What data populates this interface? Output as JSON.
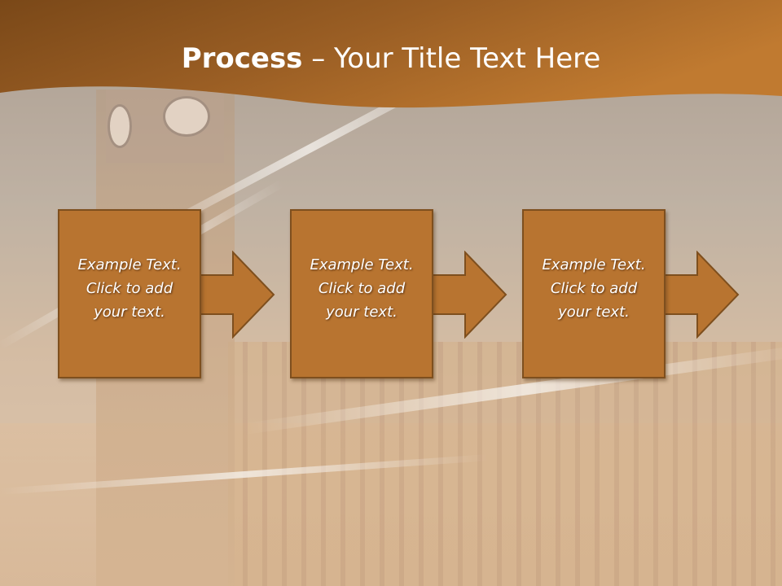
{
  "title": {
    "bold": "Process",
    "rest": " – Your Title Text Here"
  },
  "steps": [
    {
      "line1": "Example Text.",
      "line2": "Click  to add",
      "line3": "your text."
    },
    {
      "line1": "Example Text.",
      "line2": "Click  to add",
      "line3": "your text."
    },
    {
      "line1": "Example Text.",
      "line2": "Click  to add",
      "line3": "your text."
    }
  ],
  "colors": {
    "header": "#9a5e24",
    "box_fill": "#b87430",
    "box_border": "#7e4f1e",
    "text": "#ffffff"
  }
}
